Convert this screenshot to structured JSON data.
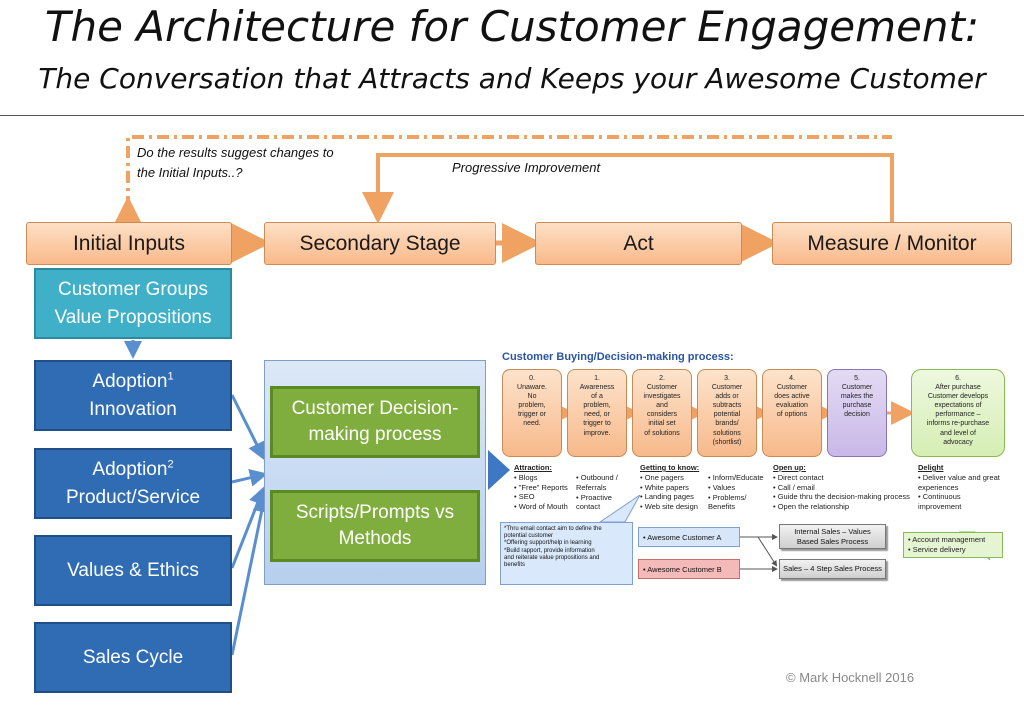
{
  "title": "The Architecture for Customer Engagement:",
  "subtitle": "The Conversation that Attracts and Keeps your Awesome Customer",
  "feedback": {
    "question": [
      "Do the results suggest changes to",
      "the Initial Inputs..?"
    ],
    "progressive": "Progressive Improvement"
  },
  "stages": [
    "Initial Inputs",
    "Secondary Stage",
    "Act",
    "Measure / Monitor"
  ],
  "left_boxes": {
    "groups": [
      "Customer Groups",
      "Value Propositions"
    ],
    "adoption1": [
      "Adoption",
      "1",
      "Innovation"
    ],
    "adoption2": [
      "Adoption",
      "2",
      "Product/Service"
    ],
    "values": "Values & Ethics",
    "sales": "Sales Cycle"
  },
  "center": {
    "decision": [
      "Customer Decision-",
      "making process"
    ],
    "scripts": [
      "Scripts/Prompts vs",
      "Methods"
    ]
  },
  "process": {
    "heading": "Customer Buying/Decision-making process:",
    "steps": [
      [
        "0.",
        "Unaware.",
        "No",
        "problem,",
        "trigger or",
        "need."
      ],
      [
        "1.",
        "Awareness",
        "of a",
        "problem,",
        "need, or",
        "trigger to",
        "improve."
      ],
      [
        "2.",
        "Customer",
        "investigates",
        "and",
        "considers",
        "initial set",
        "of solutions"
      ],
      [
        "3.",
        "Customer",
        "adds or",
        "subtracts",
        "potential",
        "brands/",
        "solutions",
        "(shortlist)"
      ],
      [
        "4.",
        "Customer",
        "does active",
        "evaluation",
        "of options"
      ],
      [
        "5.",
        "Customer",
        "makes the",
        "purchase",
        "decision"
      ],
      [
        "6.",
        "After purchase",
        "Customer develops",
        "expectations of",
        "performance –",
        "informs re-purchase",
        "and level of",
        "advocacy"
      ]
    ]
  },
  "lists": {
    "attraction": {
      "heading": "Attraction:",
      "items": [
        "• Blogs",
        "• \"Free\" Reports",
        "• SEO",
        "• Word of Mouth"
      ]
    },
    "outbound": {
      "items": [
        "• Outbound /",
        "Referrals",
        "• Proactive",
        "contact"
      ]
    },
    "getting": {
      "heading": "Getting to know:",
      "items": [
        "• One pagers",
        "• White papers",
        "• Landing pages",
        "• Web site design"
      ]
    },
    "inform": {
      "items": [
        "• Inform/Educate",
        "• Values",
        "• Problems/",
        "Benefits"
      ]
    },
    "openup": {
      "heading": "Open up:",
      "items": [
        "• Direct contact",
        "• Call / email",
        "• Guide thru the decision-making process",
        "• Open the relationship"
      ]
    },
    "delight": {
      "heading": "Delight",
      "items": [
        "• Deliver value and great",
        "experiences",
        "• Continuous",
        "improvement"
      ]
    }
  },
  "callouts": {
    "blue": [
      "*Thru email contact aim to define the",
      "potential customer",
      "*Offering support/help in learning",
      "*Build rapport, provide information",
      "and reiterate value propositions and",
      "benefits"
    ],
    "green": [
      "• Account management",
      "• Service delivery"
    ]
  },
  "customers": {
    "a": "• Awesome Customer A",
    "b": "• Awesome Customer B"
  },
  "sales_processes": {
    "internal": [
      "Internal Sales – Values",
      "Based Sales Process"
    ],
    "sales4": "Sales – 4 Step Sales Process"
  },
  "copyright": "© Mark Hocknell 2016"
}
